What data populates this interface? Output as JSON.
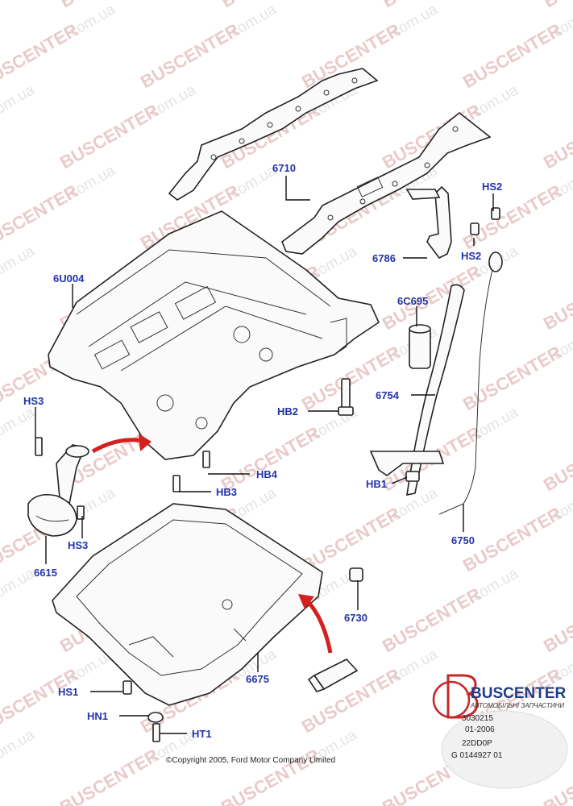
{
  "watermark": {
    "brand": "BUSCENTER",
    "domain": ".com.ua"
  },
  "labels": {
    "p6710": "6710",
    "hs2_top": "HS2",
    "hs2_bottom": "HS2",
    "p6786": "6786",
    "p6u004": "6U004",
    "p6c695": "6C695",
    "hs3_top": "HS3",
    "hb2": "HB2",
    "p6754": "6754",
    "hb4": "HB4",
    "hb3": "HB3",
    "hb1": "HB1",
    "hs3_bottom": "HS3",
    "p6750": "6750",
    "p6615": "6615",
    "p6730": "6730",
    "p6675": "6675",
    "hs1": "HS1",
    "hn1": "HN1",
    "ht1": "HT1"
  },
  "copyright": "©Copyright 2005, Ford Motor Company Limited",
  "logo": {
    "name": "BUSCENTER",
    "tagline": "АВТОМОБІЛЬНІ ЗАПЧАСТИНИ"
  },
  "codes": [
    "3030215",
    "01-2006",
    "22DD0P",
    "G 0144927 01"
  ],
  "colors": {
    "label": "#2233aa",
    "arrow": "#d42020",
    "watermark": "#d9a0a0"
  },
  "icons": [
    "red-arrow",
    "logo-b-mark"
  ]
}
